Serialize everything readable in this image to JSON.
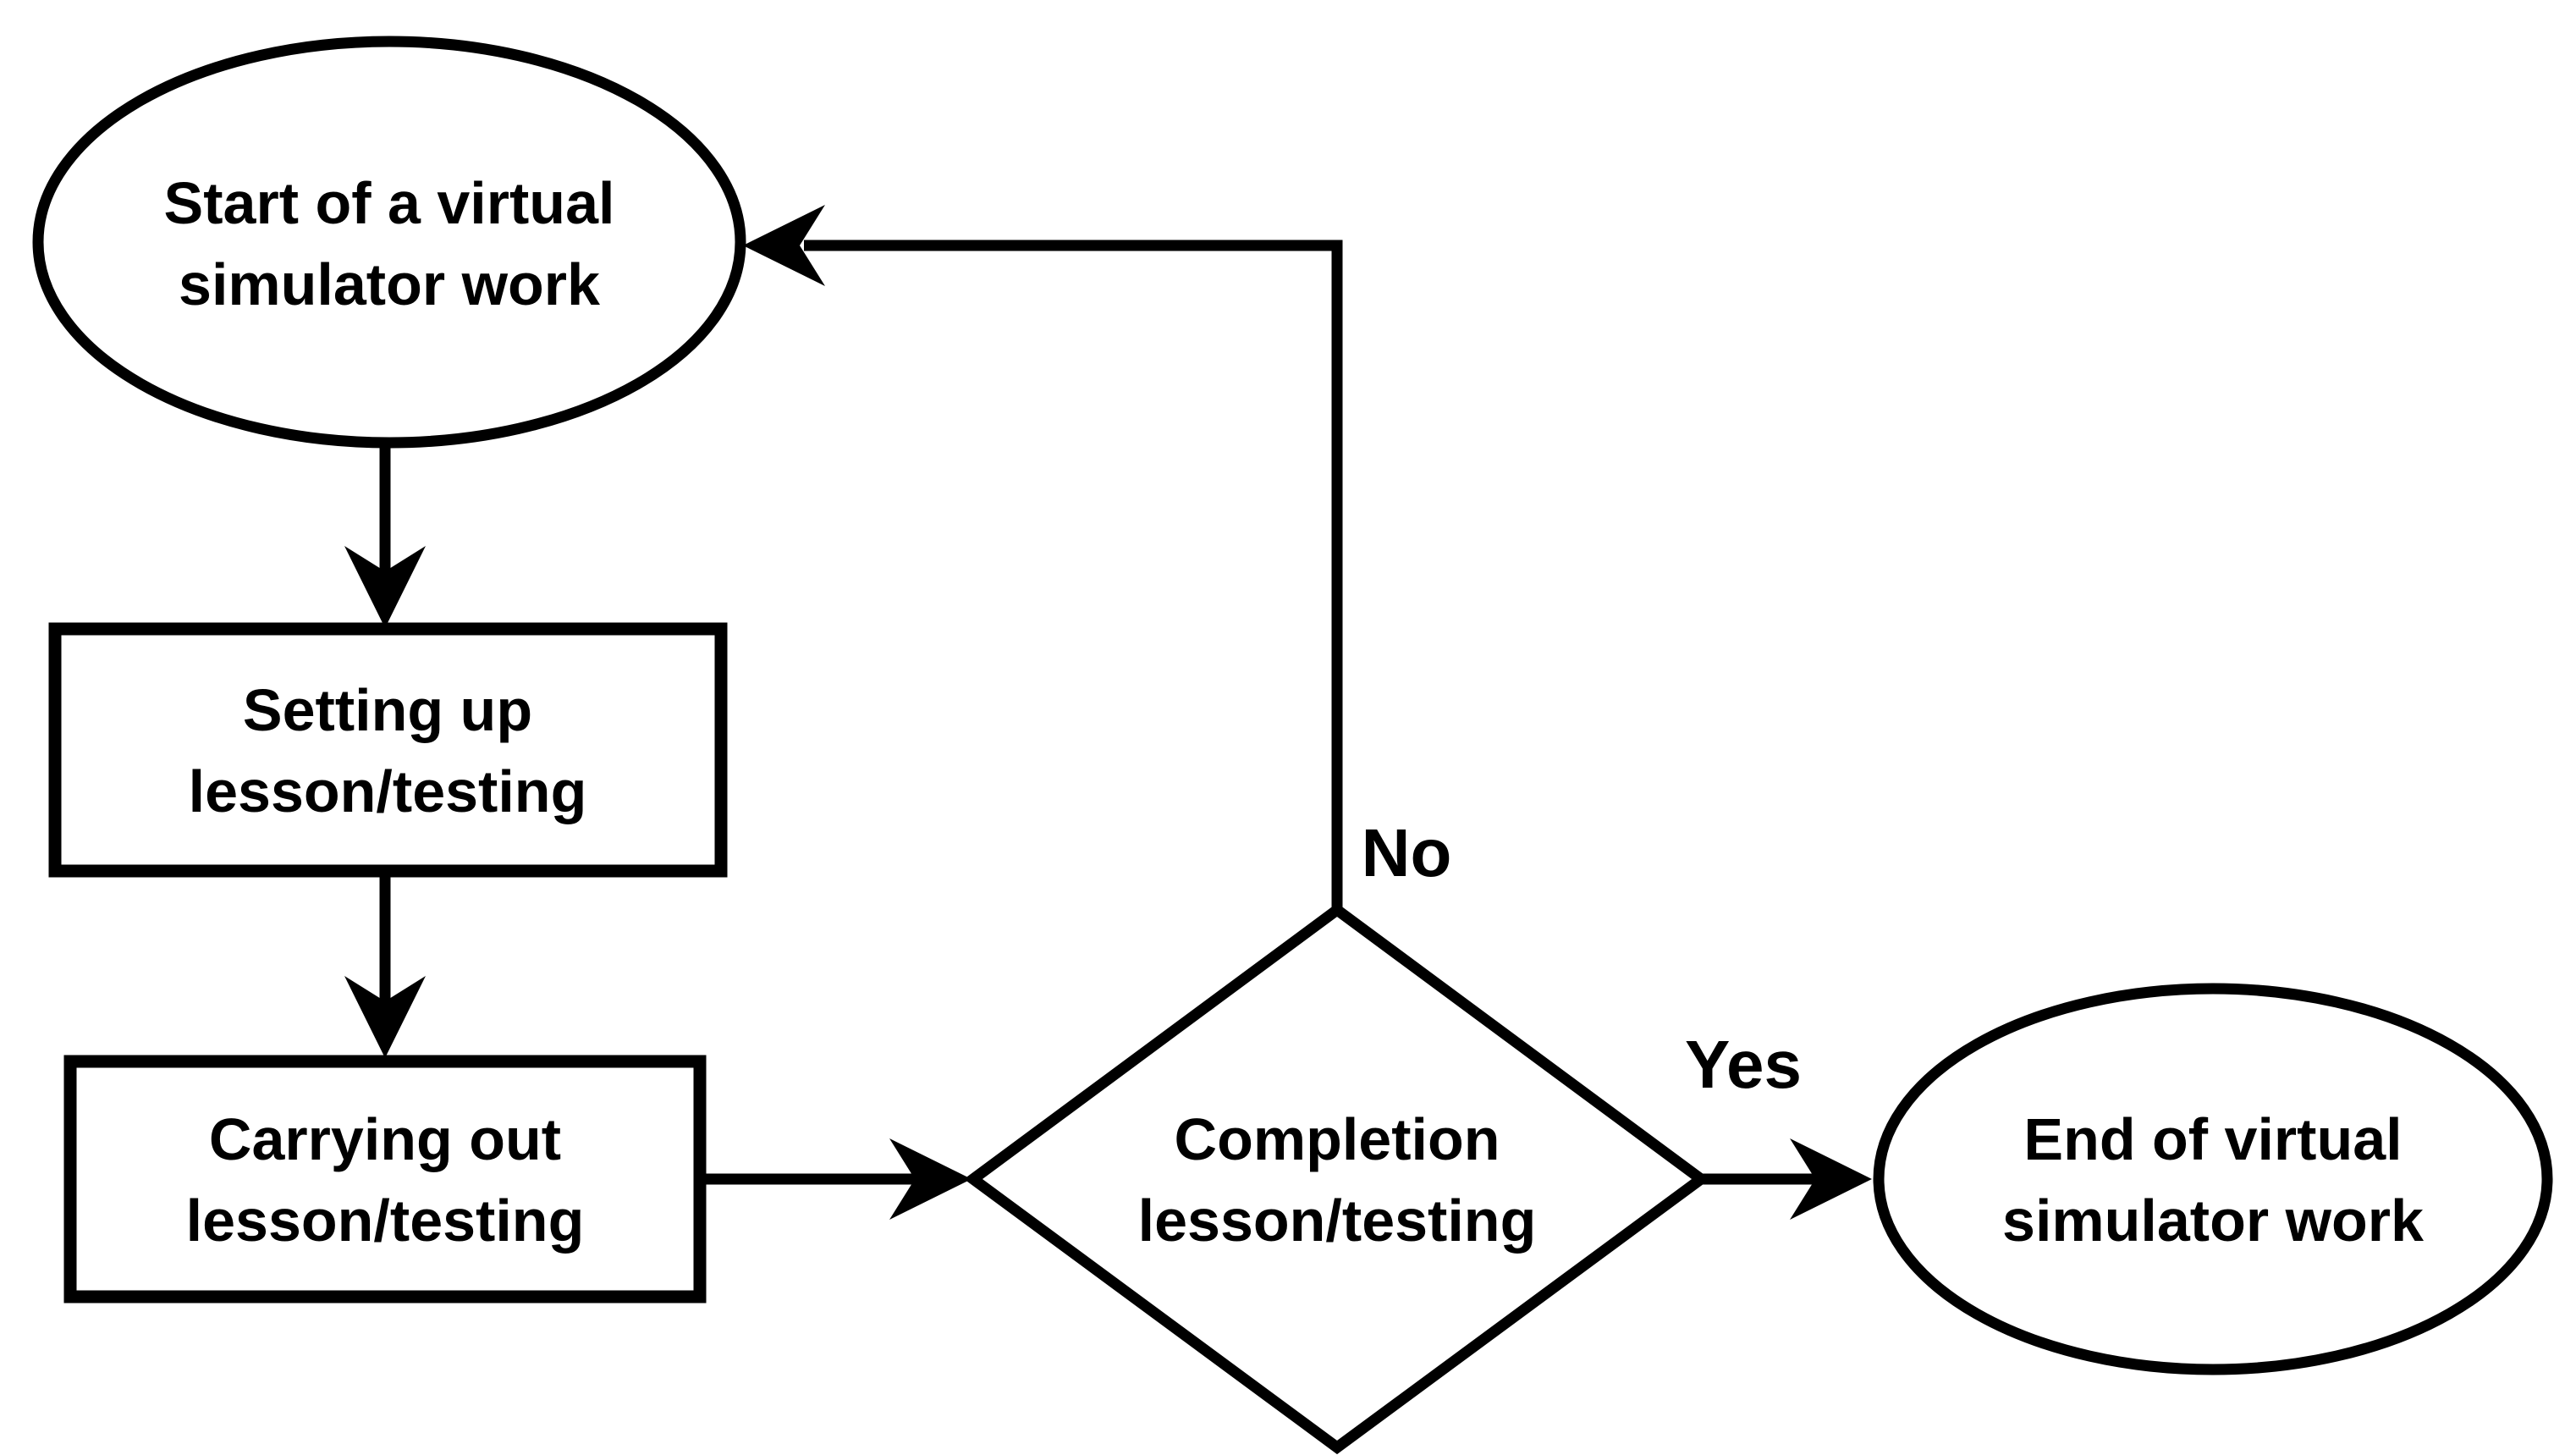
{
  "diagram": {
    "background_color": "#ffffff",
    "stroke_color": "#000000",
    "text_color": "#000000",
    "nodes": {
      "start": {
        "shape": "ellipse",
        "label_line1": "Start of a virtual",
        "label_line2": "simulator work"
      },
      "setup": {
        "shape": "rectangle",
        "label_line1": "Setting up",
        "label_line2": "lesson/testing"
      },
      "carry_out": {
        "shape": "rectangle",
        "label_line1": "Carrying out",
        "label_line2": "lesson/testing"
      },
      "decision": {
        "shape": "diamond",
        "label_line1": "Completion",
        "label_line2": "lesson/testing"
      },
      "end": {
        "shape": "ellipse",
        "label_line1": "End of virtual",
        "label_line2": "simulator work"
      }
    },
    "edges": {
      "decision_yes_label": "Yes",
      "decision_no_label": "No"
    }
  }
}
